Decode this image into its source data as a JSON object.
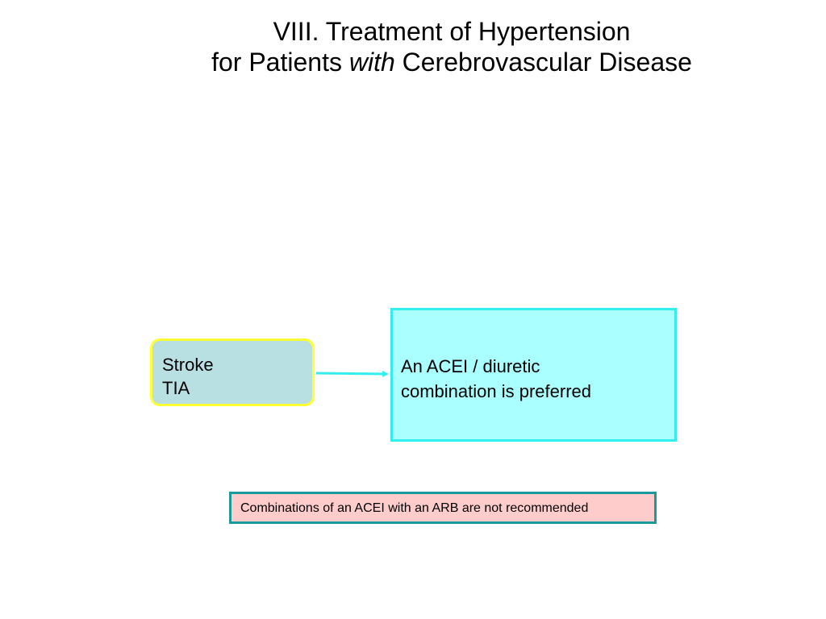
{
  "title": {
    "line1": "VIII. Treatment of Hypertension",
    "line2_before": "for Patients ",
    "line2_italic": "with",
    "line2_after": " Cerebrovascular Disease"
  },
  "condition_box": {
    "lines": [
      "Stroke",
      "TIA"
    ],
    "fill_color": "#b8dfe2",
    "border_color": "#ffff33"
  },
  "treatment_box": {
    "lines": [
      "An ACEI / diuretic",
      "combination is preferred"
    ],
    "fill_color": "#aaffff",
    "border_color": "#33eeee"
  },
  "note_box": {
    "text": "Combinations of an ACEI with an ARB are not recommended",
    "fill_color": "#ffcccc",
    "border_color": "#1a9a9a"
  },
  "arrow": {
    "from": "condition_box",
    "to": "treatment_box",
    "color": "#33eeee"
  }
}
